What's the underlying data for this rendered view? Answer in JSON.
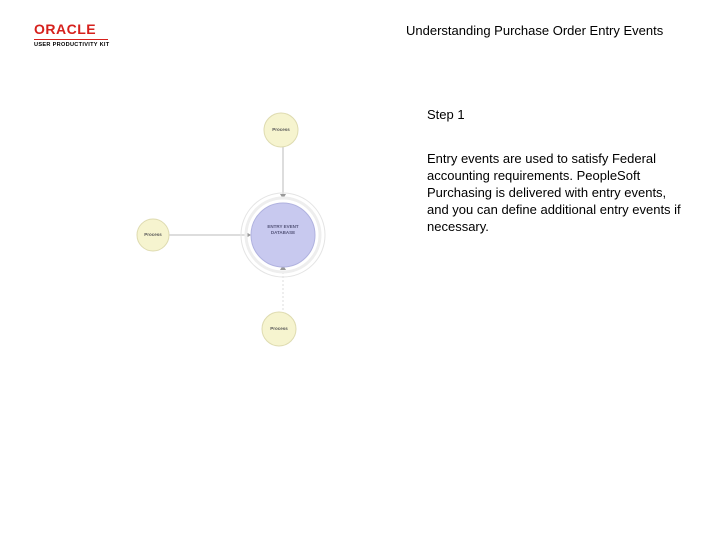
{
  "header": {
    "logo_wordmark": "ORACLE",
    "logo_tagline": "USER PRODUCTIVITY KIT",
    "title": "Understanding Purchase Order Entry Events"
  },
  "diagram": {
    "center_line1": "ENTRY EVENT",
    "center_line2": "DATABASE",
    "top_node": "Process",
    "left_node": "Process",
    "bottom_node": "Process"
  },
  "step": {
    "title": "Step 1",
    "text": "Entry events are used to satisfy Federal accounting requirements. PeopleSoft Purchasing is delivered with entry events, and you can define additional entry events if necessary."
  },
  "colors": {
    "brand_red": "#d6201c",
    "node_fill": "#f6f4cf",
    "center_fill": "#c8c9ef"
  }
}
